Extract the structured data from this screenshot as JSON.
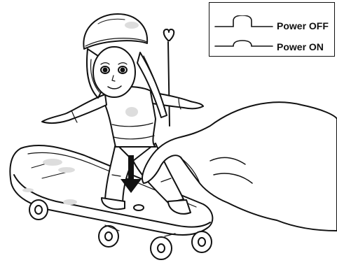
{
  "legend": {
    "power_off_label": "Power OFF",
    "power_on_label": "Power ON"
  },
  "figure": {
    "subject": "doll on skateboard",
    "action_arrow_direction": "down",
    "stroke_color": "#111111",
    "fill_color": "#ffffff",
    "shade_color": "#cfcfcf"
  }
}
